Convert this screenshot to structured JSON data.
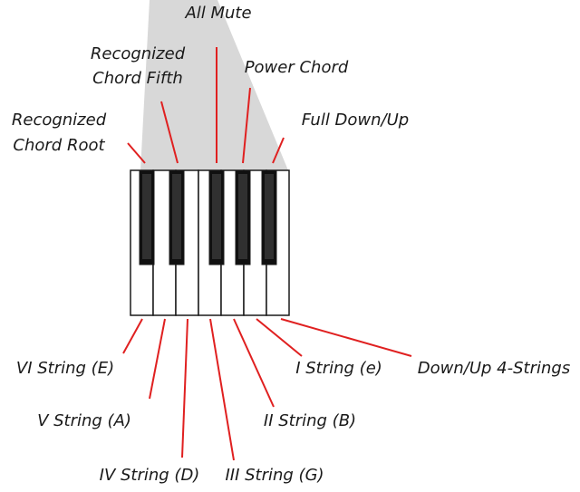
{
  "colors": {
    "background": "#ffffff",
    "fan": "#d8d8d8",
    "white_key": "#ffffff",
    "black_key": "#101010",
    "black_key_highlight": "#4a4a4a",
    "key_outline": "#1a1a1a",
    "leader_line": "#e02020",
    "text": "#1a1a1a"
  },
  "labels": {
    "all_mute": "All Mute",
    "recognized_chord_fifth_line1": "Recognized",
    "recognized_chord_fifth_line2": "Chord Fifth",
    "power_chord": "Power Chord",
    "recognized_chord_root_line1": "Recognized",
    "recognized_chord_root_line2": "Chord Root",
    "full_down_up": "Full Down/Up",
    "vi_string": "VI String (E)",
    "v_string": "V String (A)",
    "iv_string": "IV String (D)",
    "iii_string": "III String (G)",
    "ii_string": "II String (B)",
    "i_string": "I String (e)",
    "down_up_4_strings": "Down/Up 4-Strings"
  }
}
